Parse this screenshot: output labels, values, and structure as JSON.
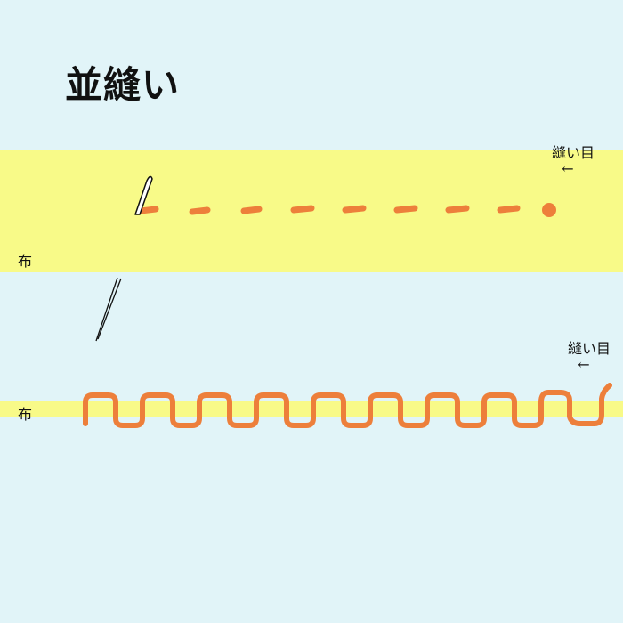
{
  "title": "並縫い",
  "colors": {
    "background": "#e1f4f8",
    "fabric": "#f8fa88",
    "thread": "#ed7f3b",
    "needle_outline": "#111111"
  },
  "top_panel": {
    "fabric_label": "布",
    "stitch_label": "縫い目",
    "arrow": "←",
    "description": "front view: dashed running stitch ending at a knot, needle at left"
  },
  "bottom_panel": {
    "fabric_label": "布",
    "stitch_label": "縫い目",
    "arrow": "←",
    "description": "cross-section: thread weaving up and down through fabric, needle above"
  }
}
